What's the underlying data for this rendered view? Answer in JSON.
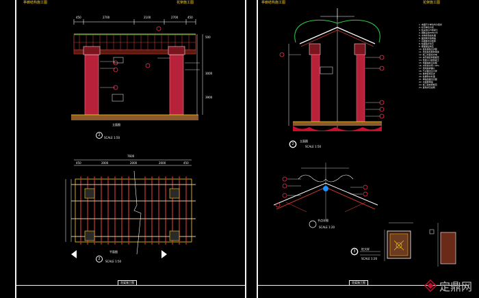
{
  "sheets": {
    "left": {
      "title_top_left": "亭廊结构施工图",
      "title_top_right": "花架施工图",
      "section_elevation": {
        "marker": "2",
        "name": "立面图",
        "scale": "SCALE 1:50"
      },
      "section_plan": {
        "marker": "2",
        "name": "平面图",
        "scale": "SCALE 1:50"
      },
      "dims_top": [
        "450",
        "2700",
        "2100",
        "2700",
        "450"
      ],
      "dims_plan_top": [
        "450",
        "2000",
        "2000",
        "2000",
        "450"
      ],
      "dims_plan_total": "7600",
      "dims_height": [
        "500",
        "3000",
        "3900"
      ],
      "bottom_tag": "花架施工图"
    },
    "right": {
      "title_top_left": "亭廊结构施工图",
      "title_top_right": "花架施工图",
      "section_elevation": {
        "marker": "2",
        "name": "立面图",
        "scale": "SCALE 1:50"
      },
      "detail_section": {
        "name": "节点详图",
        "scale": "SCALE 1:20"
      },
      "detail_column": {
        "marker": "3",
        "name": "柱大样",
        "scale": "SCALE 1:20"
      },
      "bottom_tag": "花架施工图",
      "notes": [
        "1. 本图尺寸单位均为毫米",
        "2. 标高单位为米",
        "3. 柱采用C25混凝土",
        "4. 钢筋采用HPB235",
        "5. 木构件防腐处理",
        "6. 面层刷清漆两遍",
        "7. 基础做法见结施",
        "8. 柱面贴文化石",
        "9. 屋面铺设青瓦",
        "10. 檩条规格见详图",
        "11. 所有铁件刷防锈漆",
        "12. 施工时配合水电",
        "13. 未尽事宜参照规范",
        "14. 垫层C15素混凝土",
        "15. 地面铺装见总图",
        "16. 木料含水率<18%",
        "17. 现场放样确认",
        "18. 节点做法见大样",
        "19. 屋脊装饰另详",
        "20. 柱脚防水处理",
        "21. 伸缩缝做法见图",
        "22. 木梁刷桐油",
        "23. 施工验收按规范",
        "24. 其他详见说明"
      ]
    }
  },
  "watermark": {
    "text": "定鼎网"
  },
  "colors": {
    "background": "#000000",
    "column_fill": "#b7213a",
    "frame": "#ffffff",
    "timber": "#c8372f",
    "ground": "#8b5a2b",
    "accent_green": "#2bd24b",
    "accent_yellow": "#ffd21a"
  }
}
